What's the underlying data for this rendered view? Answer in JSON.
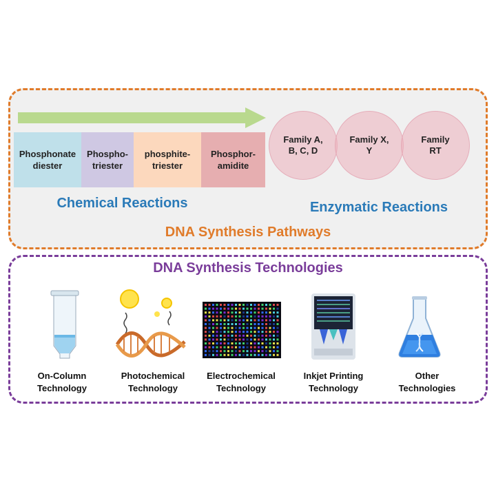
{
  "pathways": {
    "title": "DNA Synthesis Pathways",
    "chemical": {
      "label": "Chemical Reactions",
      "blocks": [
        "Phosphonate diester",
        "Phospho-triester",
        "phosphite-triester",
        "Phosphor-amidite"
      ]
    },
    "enzymatic": {
      "label": "Enzymatic Reactions",
      "families": [
        "Family A, B, C, D",
        "Family X, Y",
        "Family RT"
      ]
    }
  },
  "technologies": {
    "title": "DNA Synthesis Technologies",
    "items": [
      {
        "line1": "On-Column",
        "line2": "Technology",
        "icon": "spin-column-icon"
      },
      {
        "line1": "Photochemical",
        "line2": "Technology",
        "icon": "light-dna-helix-icon"
      },
      {
        "line1": "Electrochemical",
        "line2": "Technology",
        "icon": "microarray-chip-icon"
      },
      {
        "line1": "Inkjet Printing",
        "line2": "Technology",
        "icon": "inkjet-printhead-icon"
      },
      {
        "line1": "Other",
        "line2": "Technologies",
        "icon": "flask-dna-icon"
      }
    ]
  },
  "colors": {
    "pathways_border": "#e07b2a",
    "technologies_border": "#7a3d9a",
    "reaction_label": "#2a7ab8",
    "arrow": "#b9d98e"
  }
}
